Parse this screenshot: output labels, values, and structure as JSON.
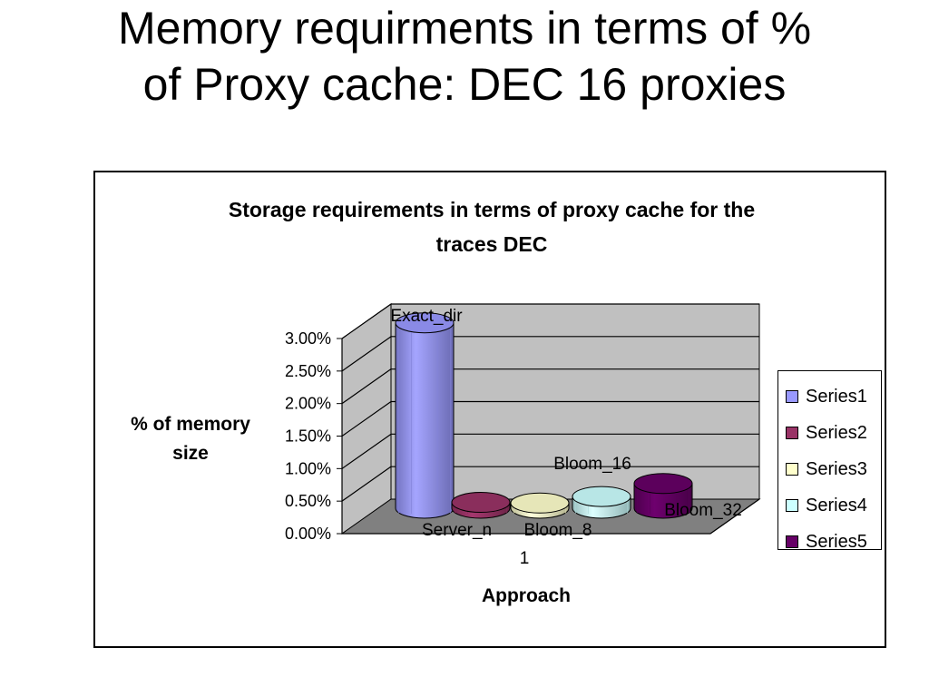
{
  "slide": {
    "title_line1": "Memory requirments in terms of %",
    "title_line2": "of Proxy cache: DEC 16 proxies"
  },
  "chart_data": {
    "type": "bar",
    "style": "3d-cylinder",
    "title_line1": "Storage requirements in terms of proxy cache for the",
    "title_line2": "traces DEC",
    "ylabel_line1": "% of memory",
    "ylabel_line2": "size",
    "xlabel": "Approach",
    "ylim": [
      0,
      0.03
    ],
    "yticks": [
      "0.00%",
      "0.50%",
      "1.00%",
      "1.50%",
      "2.00%",
      "2.50%",
      "3.00%"
    ],
    "grid": true,
    "legend_position": "right",
    "series": [
      {
        "name": "Series1",
        "category": "Exact_dir",
        "value": 0.0285,
        "color": "#9999ff"
      },
      {
        "name": "Series2",
        "category": "Server_n 1",
        "value": 0.0009,
        "color": "#993366"
      },
      {
        "name": "Series3",
        "category": "Bloom_8",
        "value": 0.0008,
        "color": "#ffffcc"
      },
      {
        "name": "Series4",
        "category": "Bloom_16",
        "value": 0.0018,
        "color": "#ccffff"
      },
      {
        "name": "Series5",
        "category": "Bloom_32",
        "value": 0.0038,
        "color": "#660066"
      }
    ],
    "data_labels": [
      "Exact_dir",
      "Server_n 1",
      "Bloom_8",
      "Bloom_16",
      "Bloom_32"
    ]
  }
}
